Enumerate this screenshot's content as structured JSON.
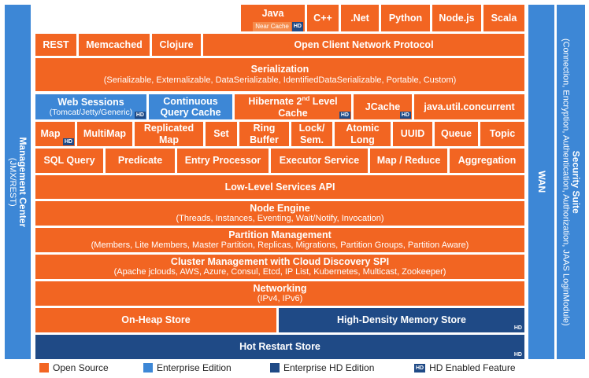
{
  "clients": {
    "java": "Java",
    "near_cache": "Near Cache",
    "cpp": "C++",
    "net": ".Net",
    "python": "Python",
    "nodejs": "Node.js",
    "scala": "Scala"
  },
  "protocol_row": {
    "rest": "REST",
    "memcached": "Memcached",
    "clojure": "Clojure",
    "open_client": "Open Client Network Protocol"
  },
  "serialization": {
    "title": "Serialization",
    "detail": "(Serializable, Externalizable, DataSerializable, IdentifiedDataSerializable, Portable, Custom)"
  },
  "integration_row": {
    "web_sessions": "Web Sessions",
    "web_sessions_detail": "(Tomcat/Jetty/Generic)",
    "continuous_query_cache": "Continuous Query Cache",
    "hibernate_pre": "Hibernate 2",
    "hibernate_sup": "nd",
    "hibernate_post": " Level Cache",
    "jcache": "JCache",
    "java_util_concurrent": "java.util.concurrent"
  },
  "structures_row": {
    "map": "Map",
    "multimap": "MultiMap",
    "replicated_map": "Replicated Map",
    "set": "Set",
    "ring_buffer": "Ring Buffer",
    "lock_sem": "Lock/ Sem.",
    "atomic_long": "Atomic Long",
    "uuid": "UUID",
    "queue": "Queue",
    "topic": "Topic"
  },
  "query_row": {
    "sql_query": "SQL Query",
    "predicate": "Predicate",
    "entry_processor": "Entry Processor",
    "executor_service": "Executor Service",
    "map_reduce": "Map / Reduce",
    "aggregation": "Aggregation"
  },
  "low_level": {
    "title": "Low-Level Services API"
  },
  "node_engine": {
    "title": "Node Engine",
    "detail": "(Threads, Instances, Eventing, Wait/Notify, Invocation)"
  },
  "partition": {
    "title": "Partition Management",
    "detail": "(Members, Lite Members, Master Partition, Replicas, Migrations, Partition Groups, Partition Aware)"
  },
  "cluster": {
    "title": "Cluster Management with Cloud Discovery SPI",
    "detail": "(Apache jclouds, AWS, Azure, Consul, Etcd, IP List, Kubernetes, Multicast, Zookeeper)"
  },
  "networking": {
    "title": "Networking",
    "detail": "(IPv4, IPv6)"
  },
  "storage": {
    "on_heap": "On-Heap Store",
    "hd_memory": "High-Density Memory Store",
    "hot_restart": "Hot Restart Store"
  },
  "hd_tag": "HD",
  "side_panels": {
    "management_title": "Management Center",
    "management_detail": "(JMX/REST)",
    "wan": "WAN",
    "security_title": "Security Suite",
    "security_detail": "(Connection, Encryption, Authentication, Authorization, JAAS LoginModule)"
  },
  "legend": {
    "open_source": "Open Source",
    "enterprise": "Enterprise Edition",
    "enterprise_hd": "Enterprise HD Edition",
    "hd_feature": "HD Enabled Feature"
  },
  "colors": {
    "open_source": "#f26522",
    "enterprise": "#3d87d6",
    "enterprise_hd": "#1f4a86"
  }
}
